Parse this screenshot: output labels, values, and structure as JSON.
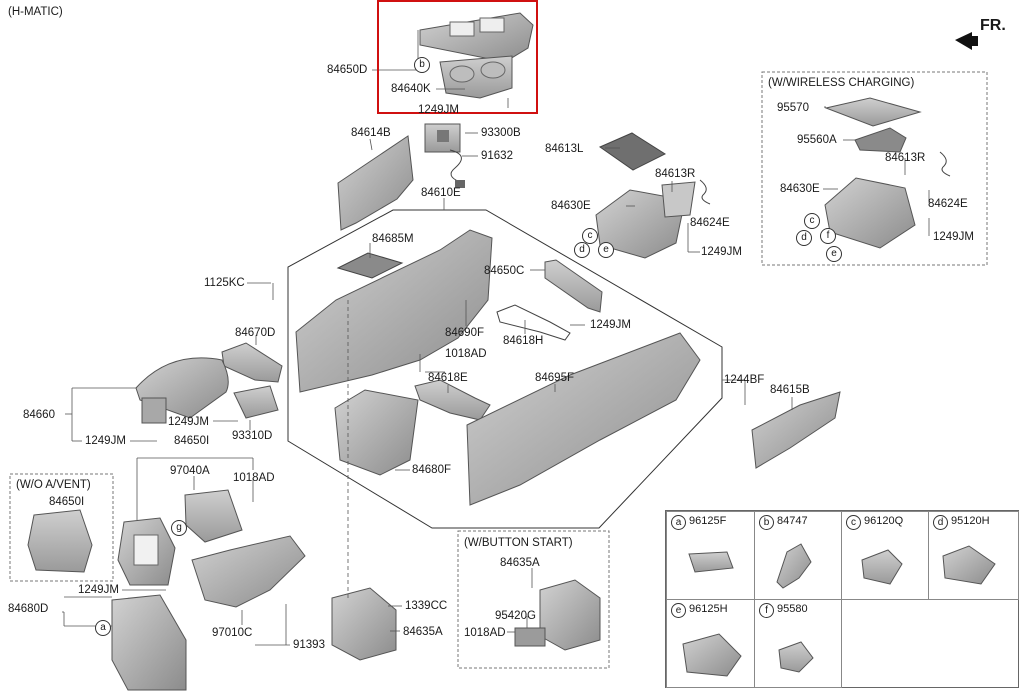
{
  "header": {
    "variant": "(H-MATIC)",
    "front_marker": "FR."
  },
  "boxes": {
    "wireless": "(W/WIRELESS CHARGING)",
    "no_avent": "(W/O A/VENT)",
    "button_start": "(W/BUTTON START)"
  },
  "labels": {
    "p84650D": "84650D",
    "p84640K": "84640K",
    "p1249JM_top": "1249JM",
    "p84614B": "84614B",
    "p93300B": "93300B",
    "p91632": "91632",
    "p84610E": "84610E",
    "p84613L": "84613L",
    "p84613R": "84613R",
    "p84630E": "84630E",
    "p84624E": "84624E",
    "p1249JM_mid": "1249JM",
    "p84685M": "84685M",
    "p84650C": "84650C",
    "p1125KC": "1125KC",
    "p84690F": "84690F",
    "p84618H": "84618H",
    "p1249JM_618": "1249JM",
    "p84670D": "84670D",
    "p1018AD_mid": "1018AD",
    "p84618E": "84618E",
    "p84695F": "84695F",
    "p1244BF": "1244BF",
    "p84615B": "84615B",
    "p84660": "84660",
    "p1249JM_660": "1249JM",
    "p93310D": "93310D",
    "p1249JM_660b": "1249JM",
    "p84650I": "84650I",
    "p97040A": "97040A",
    "p1018AD_left": "1018AD",
    "p84680F": "84680F",
    "p84650I_box": "84650I",
    "p84680D": "84680D",
    "p1249JM_680": "1249JM",
    "p97010C": "97010C",
    "p91393": "91393",
    "p1339CC": "1339CC",
    "p84635A": "84635A",
    "p84635A_box": "84635A",
    "p95420G": "95420G",
    "p1018AD_box": "1018AD",
    "w95570": "95570",
    "w95560A": "95560A",
    "w84613R": "84613R",
    "w84630E": "84630E",
    "w84624E": "84624E",
    "w1249JM": "1249JM"
  },
  "callouts": {
    "a": "a",
    "b": "b",
    "c": "c",
    "d": "d",
    "e": "e",
    "f": "f",
    "g": "g"
  },
  "legend": [
    {
      "letter": "a",
      "part": "96125F"
    },
    {
      "letter": "b",
      "part": "84747"
    },
    {
      "letter": "c",
      "part": "96120Q"
    },
    {
      "letter": "d",
      "part": "95120H"
    },
    {
      "letter": "e",
      "part": "96125H"
    },
    {
      "letter": "f",
      "part": "95580"
    }
  ],
  "colors": {
    "highlight": "#d01010",
    "part_fill": "#b8b8b8",
    "part_dark": "#8f8f8f",
    "line": "#555555"
  }
}
